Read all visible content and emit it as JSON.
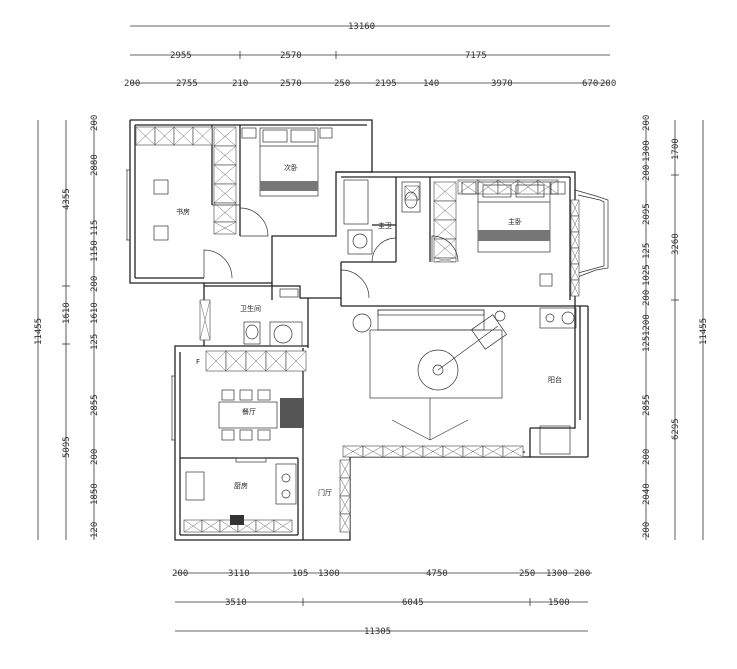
{
  "dimensions": {
    "top": {
      "row1": [
        "13160"
      ],
      "row2": [
        "2955",
        "2570",
        "7175"
      ],
      "row3": [
        "200",
        "2755",
        "210",
        "2570",
        "250",
        "2195",
        "140",
        "3970",
        "670",
        "200"
      ]
    },
    "bottom": {
      "row1": [
        "200",
        "3110",
        "105",
        "1300",
        "4750",
        "250",
        "1300",
        "200"
      ],
      "row2": [
        "3510",
        "6045",
        "1500"
      ],
      "row3": [
        "11305"
      ]
    },
    "left": {
      "outer": [
        "11455"
      ],
      "mid": [
        "4355",
        "1610",
        "5095"
      ],
      "inner": [
        "200",
        "2880",
        "115",
        "1150",
        "200",
        "1610",
        "125",
        "2855",
        "200",
        "1850",
        "120"
      ]
    },
    "right": {
      "outer": [
        "11455"
      ],
      "mid": [
        "1700",
        "3260",
        "6295"
      ],
      "inner": [
        "200",
        "1300",
        "200",
        "2095",
        "125",
        "1025",
        "200",
        "1200",
        "125",
        "2855",
        "200",
        "2040",
        "200"
      ]
    }
  },
  "rooms": {
    "study": "书房",
    "second_bedroom": "次卧",
    "master_bath": "主卫",
    "master_bedroom": "主卧",
    "bathroom": "卫生间",
    "dining": "餐厅",
    "balcony": "阳台",
    "kitchen": "厨房",
    "foyer": "门厅"
  },
  "fridge_label": "F"
}
